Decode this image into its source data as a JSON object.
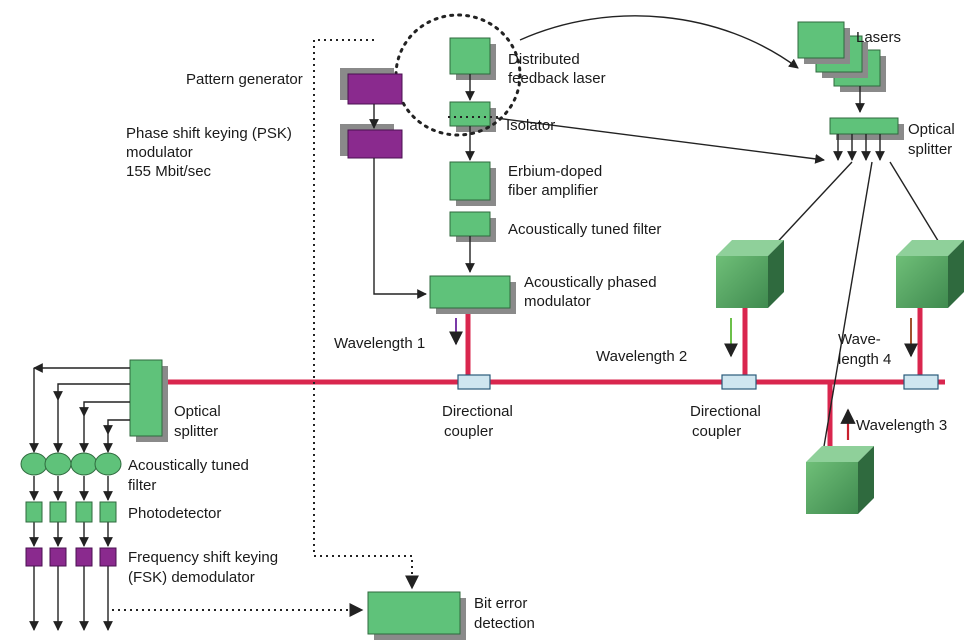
{
  "labels": {
    "pattern_generator": "Pattern generator",
    "psk_line1": "Phase shift keying (PSK)",
    "psk_line2": "modulator",
    "psk_line3": "155 Mbit/sec",
    "dfb_line1": "Distributed",
    "dfb_line2": "feedback laser",
    "isolator": "Isolator",
    "edfa_line1": "Erbium-doped",
    "edfa_line2": "fiber amplifier",
    "atf_top": "Acoustically tuned filter",
    "apm_line1": "Acoustically phased",
    "apm_line2": "modulator",
    "lasers": "Lasers",
    "osplit_right_line1": "Optical",
    "osplit_right_line2": "splitter",
    "wavelength1": "Wavelength 1",
    "wavelength2": "Wavelength 2",
    "wavelength3": "Wavelength 3",
    "wavelength4_line1": "Wave-",
    "wavelength4_line2": "length 4",
    "dir_coupler1_line1": "Directional",
    "dir_coupler1_line2": "coupler",
    "dir_coupler2_line1": "Directional",
    "dir_coupler2_line2": "coupler",
    "osplit_left_line1": "Optical",
    "osplit_left_line2": "splitter",
    "atf_left_line1": "Acoustically tuned",
    "atf_left_line2": "filter",
    "photodetector": "Photodetector",
    "fsk_line1": "Frequency shift keying",
    "fsk_line2": "(FSK) demodulator",
    "bit_error_line1": "Bit error",
    "bit_error_line2": "detection"
  },
  "colors": {
    "component_green": "#5fc27a",
    "component_shadow": "#8a8a8a",
    "modulator_purple": "#8a2a8e",
    "fiber_red": "#d9264e",
    "coupler_blue": "#cfe6f0",
    "wavelength1_arrow": "#7a3aa8",
    "wavelength2_arrow": "#6cc04a",
    "wavelength3_arrow": "#c8202e",
    "wavelength4_arrow": "#a0522d"
  }
}
